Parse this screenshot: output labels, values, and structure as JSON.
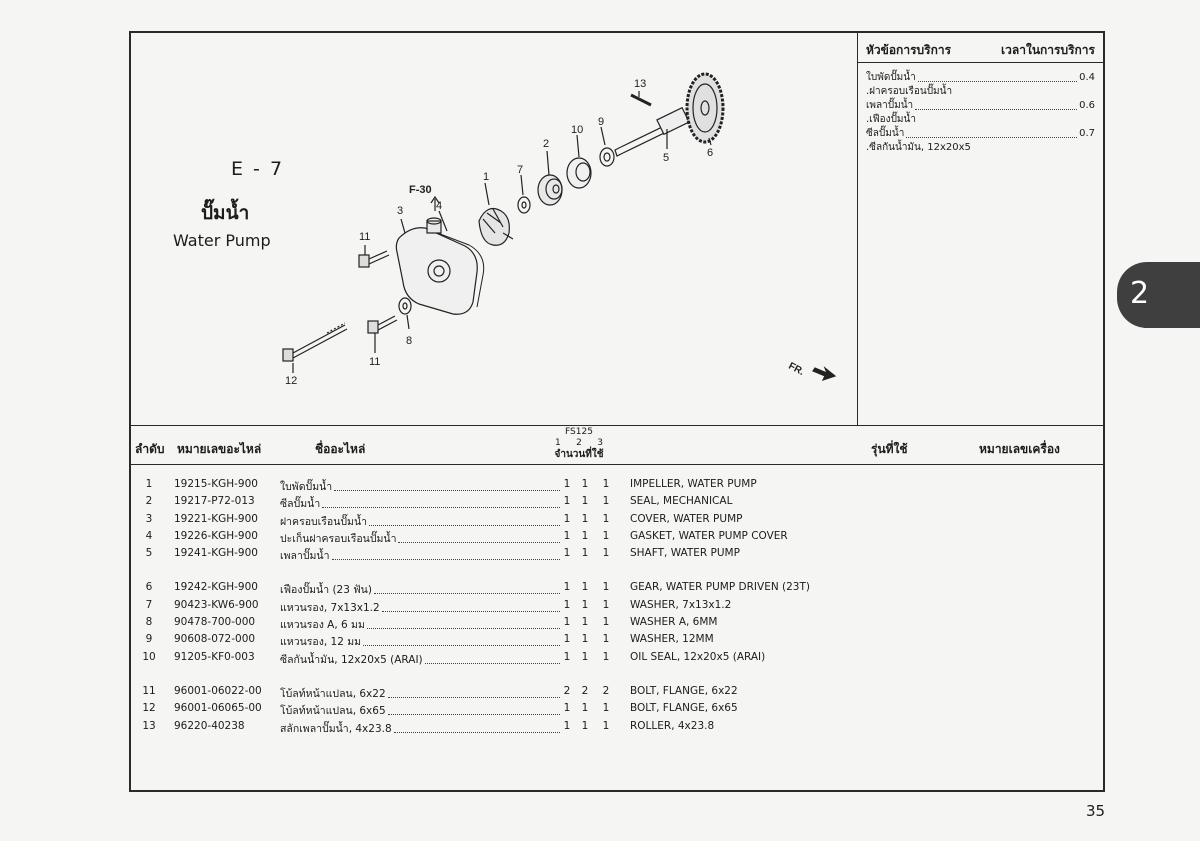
{
  "section": {
    "code": "E - 7",
    "title_th": "ปั๊มน้ำ",
    "title_en": "Water Pump"
  },
  "diagram": {
    "callouts": [
      "1",
      "2",
      "3",
      "4",
      "5",
      "6",
      "7",
      "8",
      "9",
      "10",
      "11",
      "11",
      "12",
      "13"
    ],
    "ref_label": "F-30",
    "front_label": "FR."
  },
  "service": {
    "header_topic": "หัวข้อการบริการ",
    "header_time": "เวลาในการบริการ",
    "items": [
      {
        "text": "ใบพัดปั๊มน้ำ",
        "time": "0.4"
      },
      {
        "text": ".ฝาครอบเรือนปั๊มน้ำ",
        "time": ""
      },
      {
        "text": "เพลาปั๊มน้ำ",
        "time": "0.6"
      },
      {
        "text": ".เฟืองปั๊มน้ำ",
        "time": ""
      },
      {
        "text": "ซีลปั๊มน้ำ",
        "time": "0.7"
      },
      {
        "text": ".ซีลกันน้ำมัน, 12x20x5",
        "time": ""
      }
    ]
  },
  "table": {
    "col_no": "ลำดับ",
    "col_partno": "หมายเลขอะไหล่",
    "col_name": "ชื่ออะไหล่",
    "model": "FS125",
    "model_cols": [
      "1",
      "2",
      "3"
    ],
    "qty_label": "จำนวนที่ใช้",
    "col_used": "รุ่นที่ใช้",
    "col_engine": "หมายเลขเครื่อง",
    "groups": [
      [
        {
          "no": "1",
          "pn": "19215-KGH-900",
          "th": "ใบพัดปั๊มน้ำ",
          "q": [
            "1",
            "1",
            "1"
          ],
          "en": "IMPELLER, WATER PUMP"
        },
        {
          "no": "2",
          "pn": "19217-P72-013",
          "th": "ซีลปั๊มน้ำ",
          "q": [
            "1",
            "1",
            "1"
          ],
          "en": "SEAL, MECHANICAL"
        },
        {
          "no": "3",
          "pn": "19221-KGH-900",
          "th": "ฝาครอบเรือนปั๊มน้ำ",
          "q": [
            "1",
            "1",
            "1"
          ],
          "en": "COVER, WATER PUMP"
        },
        {
          "no": "4",
          "pn": "19226-KGH-900",
          "th": "ปะเก็นฝาครอบเรือนปั๊มน้ำ",
          "q": [
            "1",
            "1",
            "1"
          ],
          "en": "GASKET, WATER PUMP COVER"
        },
        {
          "no": "5",
          "pn": "19241-KGH-900",
          "th": "เพลาปั๊มน้ำ",
          "q": [
            "1",
            "1",
            "1"
          ],
          "en": "SHAFT, WATER PUMP"
        }
      ],
      [
        {
          "no": "6",
          "pn": "19242-KGH-900",
          "th": "เฟืองปั๊มน้ำ (23 ฟัน)",
          "q": [
            "1",
            "1",
            "1"
          ],
          "en": "GEAR, WATER PUMP DRIVEN (23T)"
        },
        {
          "no": "7",
          "pn": "90423-KW6-900",
          "th": "แหวนรอง, 7x13x1.2",
          "q": [
            "1",
            "1",
            "1"
          ],
          "en": "WASHER, 7x13x1.2"
        },
        {
          "no": "8",
          "pn": "90478-700-000",
          "th": "แหวนรอง A, 6 มม",
          "q": [
            "1",
            "1",
            "1"
          ],
          "en": "WASHER A, 6MM"
        },
        {
          "no": "9",
          "pn": "90608-072-000",
          "th": "แหวนรอง, 12 มม",
          "q": [
            "1",
            "1",
            "1"
          ],
          "en": "WASHER, 12MM"
        },
        {
          "no": "10",
          "pn": "91205-KF0-003",
          "th": "ซีลกันน้ำมัน, 12x20x5 (ARAI)",
          "q": [
            "1",
            "1",
            "1"
          ],
          "en": "OIL SEAL, 12x20x5 (ARAI)"
        }
      ],
      [
        {
          "no": "11",
          "pn": "96001-06022-00",
          "th": "โบ้ลท์หน้าแปลน, 6x22",
          "q": [
            "2",
            "2",
            "2"
          ],
          "en": "BOLT, FLANGE, 6x22"
        },
        {
          "no": "12",
          "pn": "96001-06065-00",
          "th": "โบ้ลท์หน้าแปลน, 6x65",
          "q": [
            "1",
            "1",
            "1"
          ],
          "en": "BOLT, FLANGE, 6x65"
        },
        {
          "no": "13",
          "pn": "96220-40238",
          "th": "สลักเพลาปั๊มน้ำ, 4x23.8",
          "q": [
            "1",
            "1",
            "1"
          ],
          "en": "ROLLER, 4x23.8"
        }
      ]
    ]
  },
  "tab": "2",
  "page_number": "35"
}
